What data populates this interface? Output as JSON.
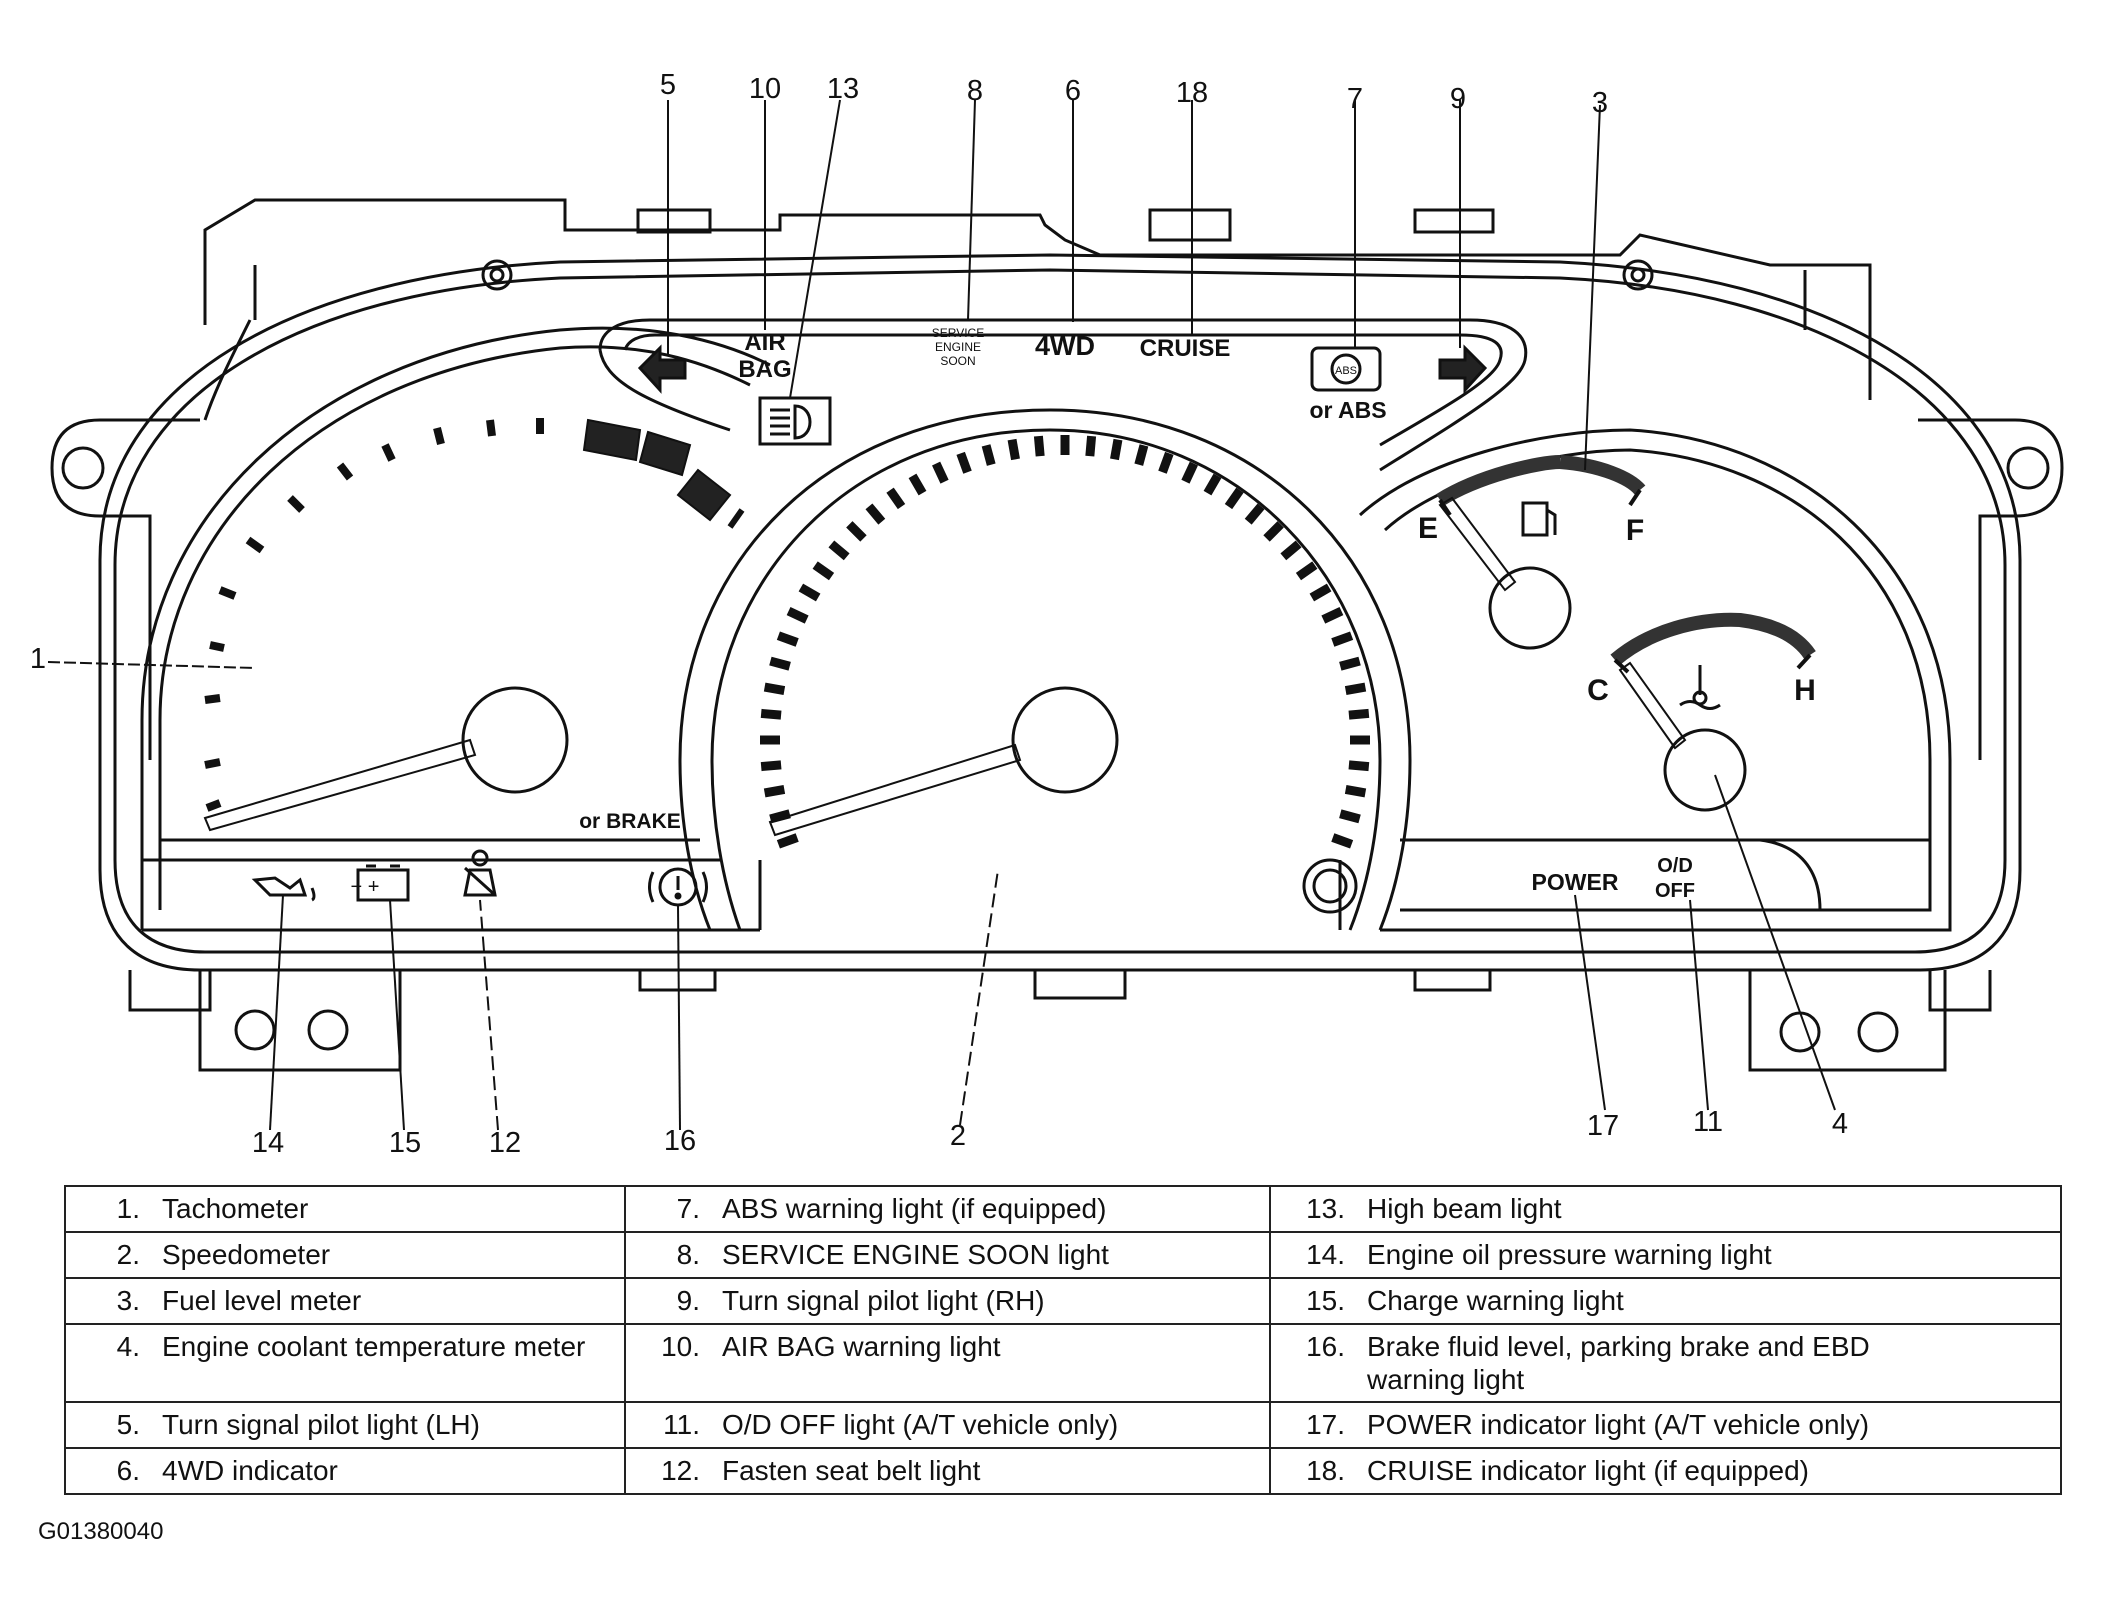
{
  "panel_labels": {
    "air": "AIR",
    "bag": "BAG",
    "service": "SERVICE",
    "engine": "ENGINE",
    "soon": "SOON",
    "four_wd": "4WD",
    "cruise": "CRUISE",
    "abs_icon": "ABS",
    "or_abs": "or ABS",
    "fuel_e": "E",
    "fuel_f": "F",
    "temp_c": "C",
    "temp_h": "H",
    "or_brake": "or BRAKE",
    "power": "POWER",
    "od": "O/D",
    "off": "OFF"
  },
  "callouts": {
    "c1": "1",
    "c2": "2",
    "c3": "3",
    "c4": "4",
    "c5": "5",
    "c6": "6",
    "c7": "7",
    "c8": "8",
    "c9": "9",
    "c10": "10",
    "c11": "11",
    "c12": "12",
    "c13": "13",
    "c14": "14",
    "c15": "15",
    "c16": "16",
    "c17": "17",
    "c18": "18"
  },
  "legend": {
    "rows": [
      [
        {
          "num": "1.",
          "text": "Tachometer"
        },
        {
          "num": "7.",
          "text": "ABS warning light (if equipped)"
        },
        {
          "num": "13.",
          "text": "High beam light"
        }
      ],
      [
        {
          "num": "2.",
          "text": "Speedometer"
        },
        {
          "num": "8.",
          "text": "SERVICE ENGINE SOON light"
        },
        {
          "num": "14.",
          "text": "Engine oil pressure warning light"
        }
      ],
      [
        {
          "num": "3.",
          "text": "Fuel level meter"
        },
        {
          "num": "9.",
          "text": "Turn signal pilot light (RH)"
        },
        {
          "num": "15.",
          "text": "Charge warning light"
        }
      ],
      [
        {
          "num": "4.",
          "text": "Engine coolant temperature meter"
        },
        {
          "num": "10.",
          "text": "AIR BAG warning light"
        },
        {
          "num": "16.",
          "text": "Brake fluid level, parking brake and EBD warning light"
        }
      ],
      [
        {
          "num": "5.",
          "text": "Turn signal pilot light (LH)"
        },
        {
          "num": "11.",
          "text": "O/D OFF light (A/T vehicle only)"
        },
        {
          "num": "17.",
          "text": "POWER indicator light (A/T vehicle only)"
        }
      ],
      [
        {
          "num": "6.",
          "text": "4WD indicator"
        },
        {
          "num": "12.",
          "text": "Fasten seat belt light"
        },
        {
          "num": "18.",
          "text": "CRUISE indicator light (if equipped)"
        }
      ]
    ]
  },
  "figure_code": "G01380040"
}
